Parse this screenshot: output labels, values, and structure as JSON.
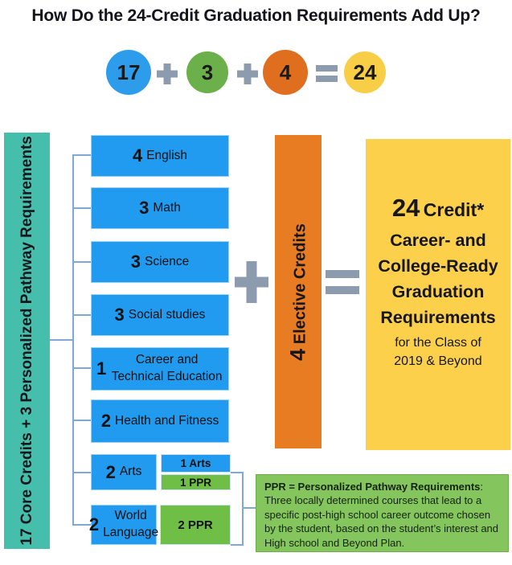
{
  "title": "How Do the 24-Credit Graduation Requirements Add Up?",
  "equation": {
    "terms": [
      {
        "name": "core-credits",
        "value": "17"
      },
      {
        "name": "ppr-credits",
        "value": "3"
      },
      {
        "name": "elective-credits",
        "value": "4"
      },
      {
        "name": "total-credits",
        "value": "24"
      }
    ],
    "operators": {
      "plus": "+",
      "equals": "="
    }
  },
  "left_bar": {
    "label": "17 Core Credits + 3 Personalized Pathway Requirements"
  },
  "core_boxes": [
    {
      "credits": "4",
      "subject": "English"
    },
    {
      "credits": "3",
      "subject": "Math"
    },
    {
      "credits": "3",
      "subject": "Science"
    },
    {
      "credits": "3",
      "subject": "Social studies"
    },
    {
      "credits": "1",
      "subject": "Career and Technical Education"
    },
    {
      "credits": "2",
      "subject": "Health and Fitness"
    },
    {
      "credits": "2",
      "subject": "Arts"
    },
    {
      "credits": "2",
      "subject": "World Language"
    }
  ],
  "sub_boxes": {
    "arts_credit": "1 Arts",
    "arts_ppr": "1 PPR",
    "world_ppr": "2 PPR"
  },
  "elective_bar": {
    "credits": "4",
    "label": "Elective Credits"
  },
  "result_box": {
    "credits": "24",
    "credit_label": "Credit*",
    "lines": [
      "Career- and",
      "College-Ready",
      "Graduation",
      "Requirements"
    ],
    "footnote": "for the Class of 2019 & Beyond"
  },
  "ppr_note": {
    "lead": "PPR = Personalized Pathway Requirements",
    "body": ": Three locally determined courses that lead to a specific post-high school career outcome chosen by the student, based on the student’s interest and High school and Beyond Plan."
  },
  "colors": {
    "box_blue": "#219BF0",
    "circle_blue": "#2D9CEA",
    "teal": "#45BEAC",
    "orange_bar": "#E87C23",
    "circle_orange": "#DF6E1E",
    "yellow_box": "#FCD04B",
    "circle_yellow": "#F8CE46",
    "circle_green": "#6CB04C",
    "ppr_green": "#6FBE45",
    "note_green": "#84C55D",
    "connector_blue": "#7FA8D8",
    "operator_gray": "#8C9CAE"
  }
}
